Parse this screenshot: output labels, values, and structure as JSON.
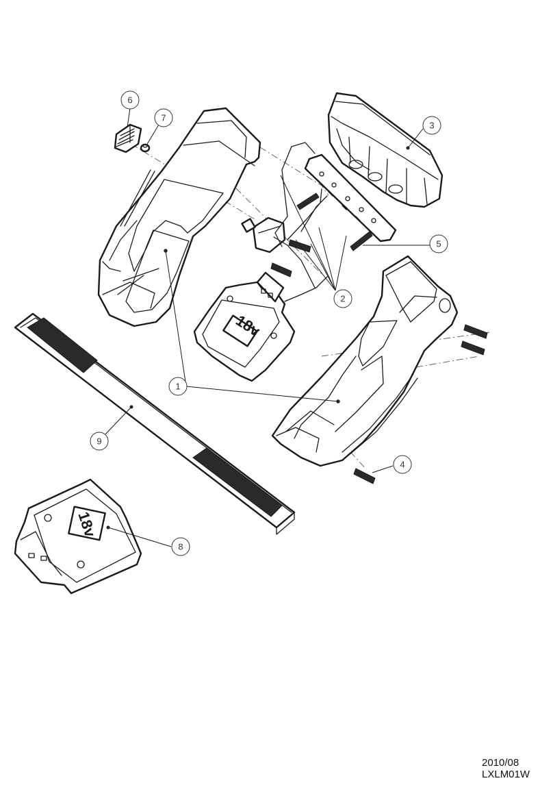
{
  "callouts": [
    {
      "num": "1"
    },
    {
      "num": "2"
    },
    {
      "num": "3"
    },
    {
      "num": "4"
    },
    {
      "num": "5"
    },
    {
      "num": "6"
    },
    {
      "num": "7"
    },
    {
      "num": "8"
    },
    {
      "num": "9"
    }
  ],
  "battery_label": "18v",
  "footer": {
    "date": "2010/08",
    "code": "LXLM01W"
  }
}
